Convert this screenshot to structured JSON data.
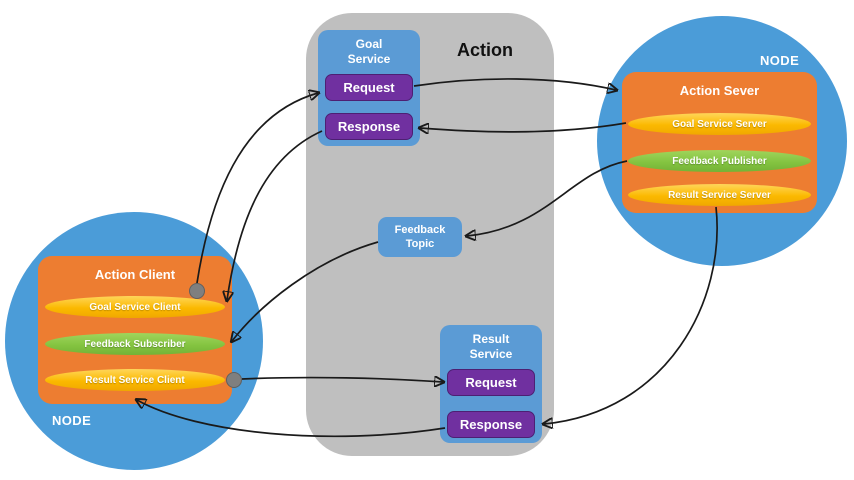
{
  "action_group": {
    "label": "Action"
  },
  "goal_service": {
    "title": "Goal Service",
    "request_label": "Request",
    "response_label": "Response"
  },
  "feedback_topic": {
    "label": "Feedback Topic"
  },
  "result_service": {
    "title": "Result Service",
    "request_label": "Request",
    "response_label": "Response"
  },
  "client_node": {
    "node_label": "NODE",
    "title": "Action Client",
    "items": [
      {
        "label": "Goal Service Client",
        "type": "service"
      },
      {
        "label": "Feedback Subscriber",
        "type": "topic"
      },
      {
        "label": "Result Service Client",
        "type": "service"
      }
    ]
  },
  "server_node": {
    "node_label": "NODE",
    "title": "Action Sever",
    "items": [
      {
        "label": "Goal Service Server",
        "type": "service"
      },
      {
        "label": "Feedback Publisher",
        "type": "topic"
      },
      {
        "label": "Result Service Server",
        "type": "service"
      }
    ]
  },
  "colors": {
    "node_circle": "#4B9CD8",
    "service_box": "#5B9BD5",
    "button_purple": "#7030A0",
    "node_box_orange": "#ED7D31",
    "pill_yellow": "#FFC000",
    "pill_green": "#84C441",
    "group_gray": "#BFBFBF",
    "arrow": "#1A1A1A",
    "connector_dot": "#7F7F7F"
  }
}
